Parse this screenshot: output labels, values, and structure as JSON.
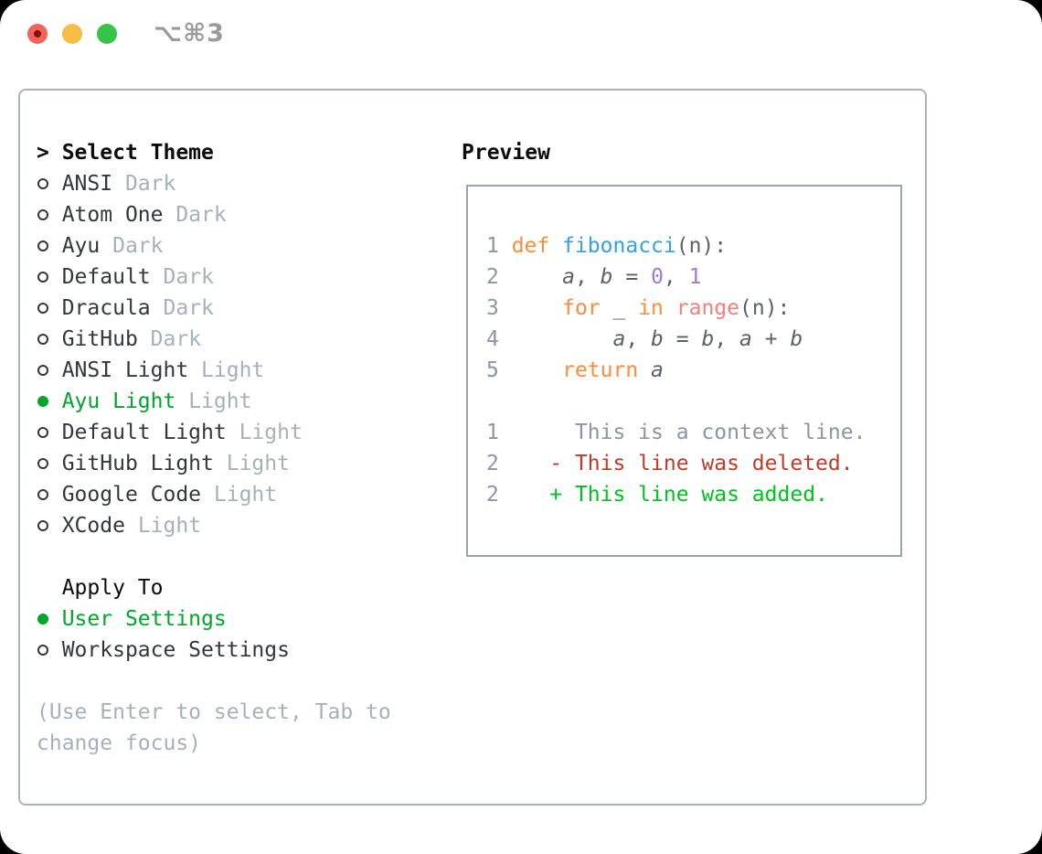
{
  "window": {
    "title": "⌥⌘3",
    "traffic_lights": [
      {
        "name": "close",
        "color": "#f2635a",
        "has_dot": true,
        "dot_color": "#7c150d"
      },
      {
        "name": "minimize",
        "color": "#f7bd45",
        "has_dot": false
      },
      {
        "name": "zoom",
        "color": "#36c448",
        "has_dot": false
      }
    ]
  },
  "icons": {
    "pointer": ">",
    "radio_selected": "filled-circle",
    "radio_unselected": "open-circle"
  },
  "theme_panel": {
    "header": {
      "prefix": ">",
      "label": "Select Theme"
    },
    "themes": [
      {
        "name": "ANSI",
        "tag": "Dark",
        "selected": false
      },
      {
        "name": "Atom One",
        "tag": "Dark",
        "selected": false
      },
      {
        "name": "Ayu",
        "tag": "Dark",
        "selected": false
      },
      {
        "name": "Default",
        "tag": "Dark",
        "selected": false
      },
      {
        "name": "Dracula",
        "tag": "Dark",
        "selected": false
      },
      {
        "name": "GitHub",
        "tag": "Dark",
        "selected": false
      },
      {
        "name": "ANSI Light",
        "tag": "Light",
        "selected": false
      },
      {
        "name": "Ayu Light",
        "tag": "Light",
        "selected": true
      },
      {
        "name": "Default Light",
        "tag": "Light",
        "selected": false
      },
      {
        "name": "GitHub Light",
        "tag": "Light",
        "selected": false
      },
      {
        "name": "Google Code",
        "tag": "Light",
        "selected": false
      },
      {
        "name": "XCode",
        "tag": "Light",
        "selected": false
      }
    ],
    "apply_to": {
      "label": "Apply To",
      "options": [
        {
          "name": "User Settings",
          "selected": true
        },
        {
          "name": "Workspace Settings",
          "selected": false
        }
      ]
    },
    "hint_lines": [
      "(Use Enter to select, Tab to",
      "change focus)"
    ]
  },
  "preview": {
    "title": "Preview",
    "code_lines": [
      [
        {
          "c": "num",
          "t": "1 "
        },
        {
          "c": "kw",
          "t": "def"
        },
        {
          "c": "fg",
          "t": " "
        },
        {
          "c": "fn",
          "t": "fibonacci"
        },
        {
          "c": "fg",
          "t": "(n):"
        }
      ],
      [
        {
          "c": "num",
          "t": "2 "
        },
        {
          "c": "fg",
          "t": "    "
        },
        {
          "c": "var",
          "t": "a"
        },
        {
          "c": "fg",
          "t": ", "
        },
        {
          "c": "var",
          "t": "b"
        },
        {
          "c": "fg",
          "t": " = "
        },
        {
          "c": "lit",
          "t": "0"
        },
        {
          "c": "fg",
          "t": ", "
        },
        {
          "c": "lit",
          "t": "1"
        }
      ],
      [
        {
          "c": "num",
          "t": "3 "
        },
        {
          "c": "fg",
          "t": "    "
        },
        {
          "c": "kw",
          "t": "for"
        },
        {
          "c": "fg",
          "t": " _ "
        },
        {
          "c": "kw",
          "t": "in"
        },
        {
          "c": "fg",
          "t": " "
        },
        {
          "c": "call",
          "t": "range"
        },
        {
          "c": "fg",
          "t": "(n):"
        }
      ],
      [
        {
          "c": "num",
          "t": "4 "
        },
        {
          "c": "fg",
          "t": "        "
        },
        {
          "c": "var",
          "t": "a"
        },
        {
          "c": "fg",
          "t": ", "
        },
        {
          "c": "var",
          "t": "b"
        },
        {
          "c": "fg",
          "t": " = "
        },
        {
          "c": "var",
          "t": "b"
        },
        {
          "c": "fg",
          "t": ", "
        },
        {
          "c": "var",
          "t": "a"
        },
        {
          "c": "fg",
          "t": " + "
        },
        {
          "c": "var",
          "t": "b"
        }
      ],
      [
        {
          "c": "num",
          "t": "5 "
        },
        {
          "c": "fg",
          "t": "    "
        },
        {
          "c": "kw",
          "t": "return"
        },
        {
          "c": "fg",
          "t": " "
        },
        {
          "c": "var",
          "t": "a"
        }
      ],
      [],
      [
        {
          "c": "num",
          "t": "1 "
        },
        {
          "c": "ctx",
          "t": "     This is a context line."
        }
      ],
      [
        {
          "c": "num",
          "t": "2 "
        },
        {
          "c": "del",
          "t": "   - This line was deleted."
        }
      ],
      [
        {
          "c": "num",
          "t": "2 "
        },
        {
          "c": "add",
          "t": "   + This line was added."
        }
      ]
    ]
  },
  "colors": {
    "selected_green": "#00a52c",
    "item_text": "#33373d",
    "muted_text": "#a6b0bb",
    "panel_border": "#a9b2bc",
    "preview_border": "#9aa4ae",
    "line_number": "#8a96a3",
    "code_text": "#5c6166",
    "keyword_orange": "#fa8d3e",
    "function_blue": "#399ee6",
    "call_coral": "#f5807a",
    "literal_purple": "#a37acc",
    "diff_deleted_red": "#c03a28",
    "diff_added_green": "#00c121"
  }
}
